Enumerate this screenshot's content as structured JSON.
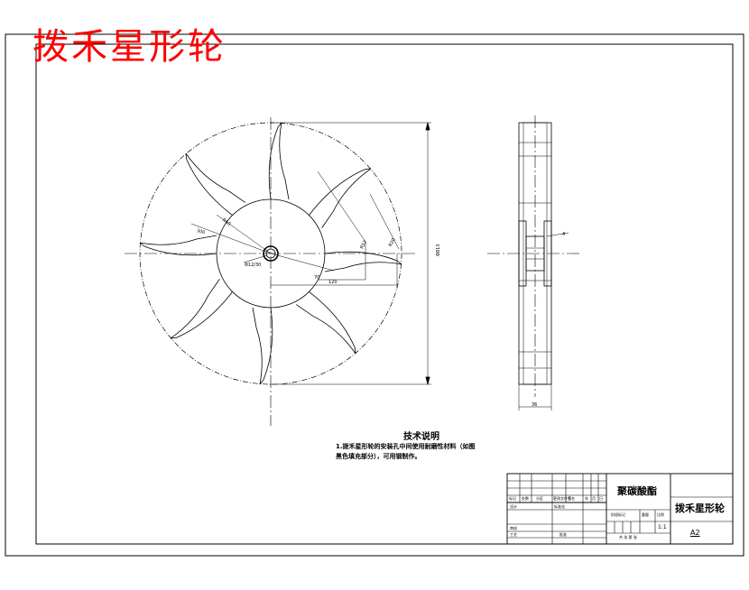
{
  "drawing": {
    "title": "拨禾星形轮"
  },
  "dimensions": {
    "dim_300": "300",
    "dim_R60": "R60",
    "dim_shaft": "Φ12/30",
    "dim_R52": "R52",
    "dim_R20": "R20",
    "dim_70": "70",
    "dim_120": "120",
    "dim_overall": "Φ813",
    "dim_side_width": "36",
    "dim_side_hole": "4"
  },
  "notes": {
    "heading": "技术说明",
    "line1": "1.拨禾星形轮的安装孔中间使用耐磨性材料（如图",
    "line2": "黑色填充部分），可用钢制作。"
  },
  "title_block": {
    "material": "聚碳酸酯",
    "part_name": "拨禾星形轮",
    "drawing_no": "A2",
    "scale": "1:1",
    "row_labels": [
      "标记",
      "处数",
      "分区",
      "更改文件号",
      "签名",
      "年",
      "月",
      "日"
    ],
    "designer_label": "设计",
    "standardization_label": "标准化",
    "review_label": "审核",
    "process_label": "工艺",
    "approve_label": "批准",
    "stage_label": "阶段标记",
    "weight_label": "重量",
    "scale_label": "比例",
    "sheet_info": "共 张 第 张"
  },
  "colors": {
    "title_red": "#ff0000",
    "line": "#000000"
  }
}
